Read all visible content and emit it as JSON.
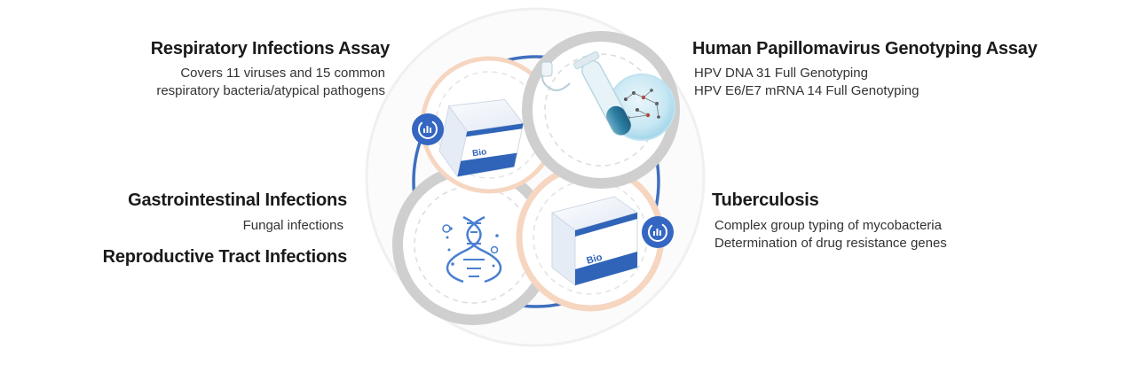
{
  "sections": {
    "respiratory": {
      "title": "Respiratory Infections Assay",
      "lines": [
        "Covers 11 viruses and 15 common",
        "respiratory bacteria/atypical pathogens"
      ]
    },
    "hpv": {
      "title": "Human Papillomavirus Genotyping Assay",
      "lines": [
        "HPV DNA 31 Full Genotyping",
        "HPV E6/E7 mRNA 14 Full Genotyping"
      ]
    },
    "gastro": {
      "title": "Gastrointestinal Infections",
      "lines": [
        "Fungal infections"
      ]
    },
    "reproductive": {
      "title": "Reproductive Tract Infections"
    },
    "tb": {
      "title": "Tuberculosis",
      "lines": [
        "Complex group typing of mycobacteria",
        "Determination of drug resistance genes"
      ]
    }
  },
  "colors": {
    "accent_blue": "#3f6fbf",
    "ring_gray": "#c8c8c8",
    "ring_peach": "#f6d3bd",
    "icon_blue": "#3566c2"
  },
  "icons": [
    "refresh-chart-icon",
    "dna-icon",
    "test-tube-icon",
    "kit-box-icon"
  ]
}
